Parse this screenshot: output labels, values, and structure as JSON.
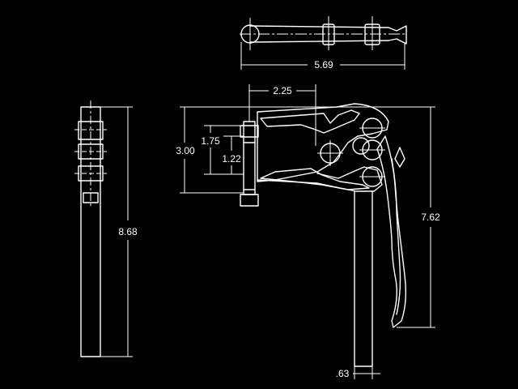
{
  "drawing": {
    "dimensions": {
      "top_width": "5.69",
      "bolt_spacing": "2.25",
      "jaw_height": "3.00",
      "inner_height": "1.75",
      "slot_height": "1.22",
      "overall_height": "8.68",
      "handle_height": "7.62",
      "base_width": ".63"
    }
  },
  "colors": {
    "background": "#000000",
    "line": "#ffffff"
  }
}
